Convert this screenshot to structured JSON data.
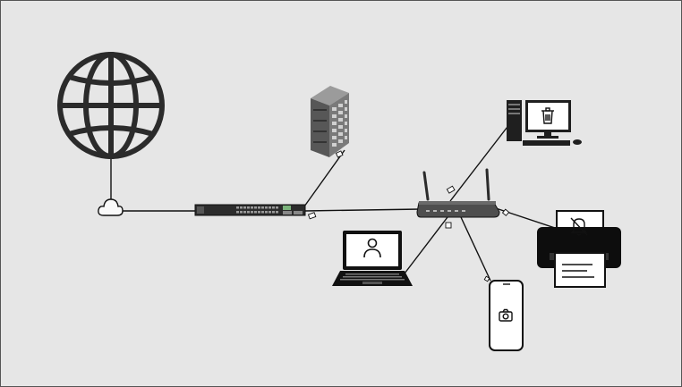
{
  "diagram": {
    "type": "network-topology",
    "background": "#e6e6e6",
    "line_color": "#111111",
    "nodes": [
      {
        "id": "internet",
        "icon": "globe-icon"
      },
      {
        "id": "cloud",
        "icon": "cloud-icon"
      },
      {
        "id": "switch",
        "icon": "network-switch-icon"
      },
      {
        "id": "server",
        "icon": "server-rack-icon"
      },
      {
        "id": "router",
        "icon": "wifi-router-icon"
      },
      {
        "id": "desktop",
        "icon": "desktop-computer-icon",
        "screen_icon": "trash-icon"
      },
      {
        "id": "printer",
        "icon": "printer-icon",
        "screen_icon": "bell-off-icon"
      },
      {
        "id": "laptop",
        "icon": "laptop-icon",
        "screen_icon": "user-icon"
      },
      {
        "id": "phone",
        "icon": "smartphone-icon",
        "screen_icon": "camera-icon"
      }
    ],
    "links": [
      {
        "from": "internet",
        "to": "cloud"
      },
      {
        "from": "cloud",
        "to": "switch"
      },
      {
        "from": "switch",
        "to": "server",
        "packet": true
      },
      {
        "from": "switch",
        "to": "router",
        "packet": true
      },
      {
        "from": "router",
        "to": "desktop",
        "packet": true
      },
      {
        "from": "router",
        "to": "printer",
        "packet": true
      },
      {
        "from": "router",
        "to": "laptop",
        "packet": true
      },
      {
        "from": "router",
        "to": "phone",
        "packet": true
      }
    ]
  }
}
